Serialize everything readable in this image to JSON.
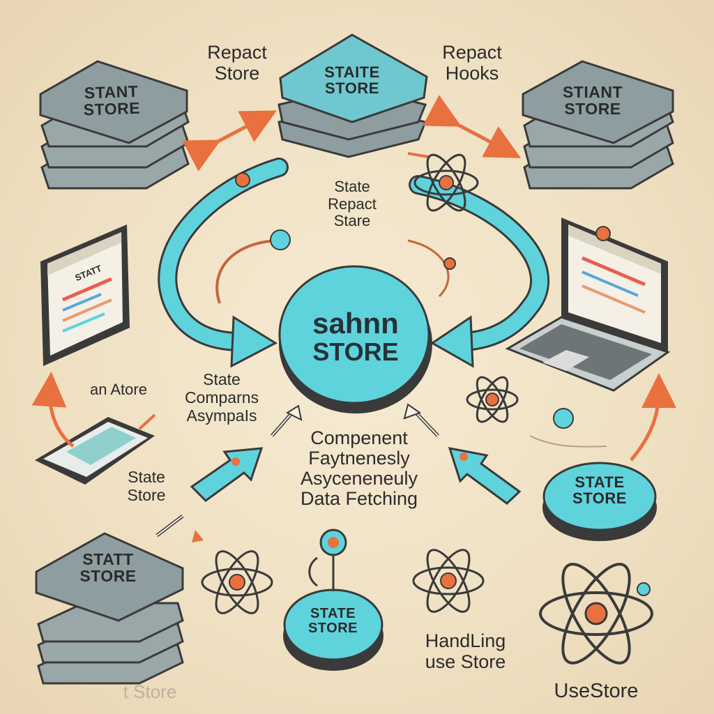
{
  "labels": {
    "top_left_caption": "Repact\nStore",
    "top_right_caption": "Repact\nHooks",
    "center_top_caption": "State\nRepact\nStare",
    "left_mid_caption": "an Atore",
    "state_comparns": "State\nComparns\nAsympaIs",
    "state_store_small": "State\nStore",
    "component_caption": "Compenent\nFaytnenesly\nAsyceneneuly\nData Fetching",
    "handling_caption": "HandLing\nuse Store",
    "usestore_caption": "UseStore",
    "bottom_faded": "t Store"
  },
  "stacks": {
    "top_left": "STANT\nSTORE",
    "top_center": "STAITE\nSTORE",
    "top_right": "STIANT\nSTORE",
    "bottom_left": "STATT\nSTORE"
  },
  "center": {
    "line1": "sahnn",
    "line2": "STORE"
  },
  "discs": {
    "right": "STATE\nSTORE",
    "bottom": "STATE\nSTORE"
  },
  "devices": {
    "tablet_header": "STATT"
  },
  "colors": {
    "background": "#f1e3c6",
    "teal": "#5fd3dc",
    "stack_gray": "#8e9ea0",
    "outline": "#3a3a3a",
    "accent_orange": "#e8713f"
  }
}
